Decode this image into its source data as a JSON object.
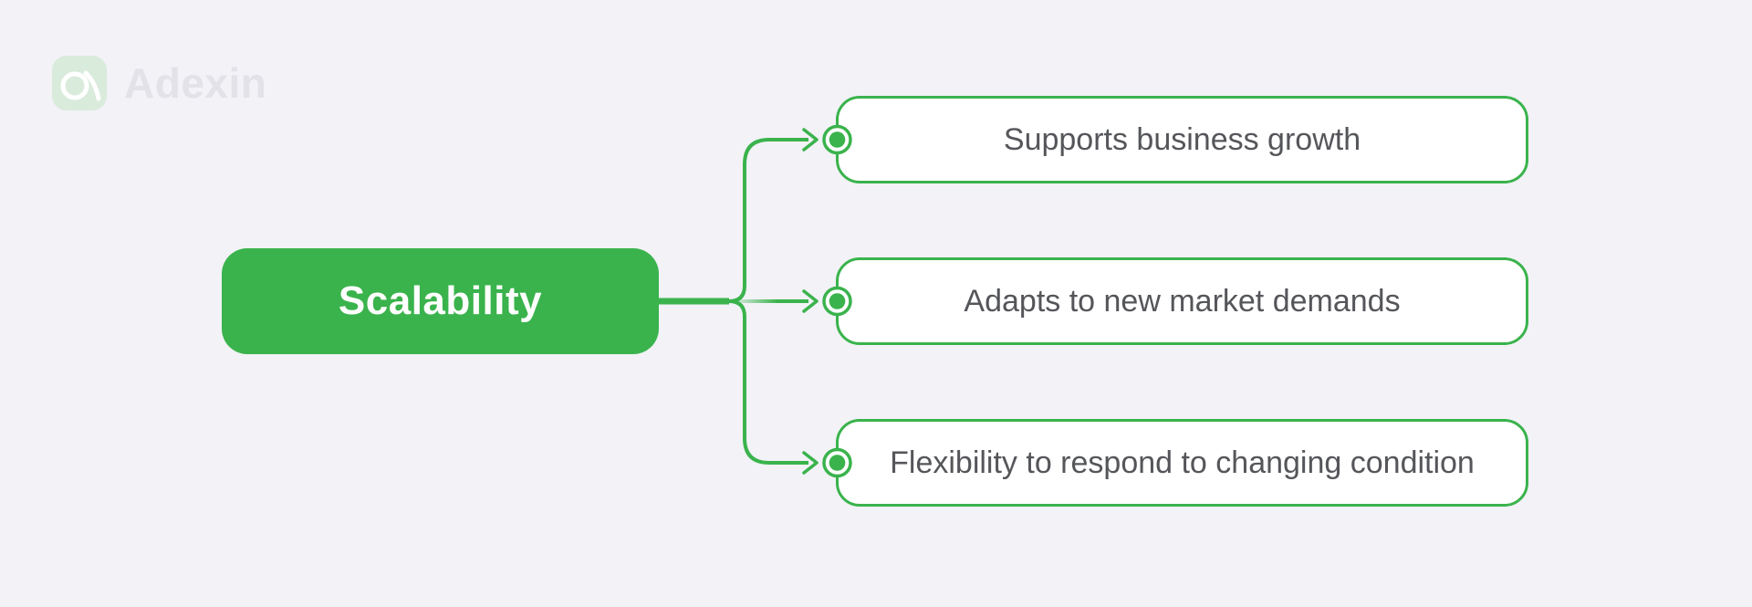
{
  "page": {
    "background_color": "#f2f2f7"
  },
  "brand": {
    "name": "Adexin",
    "icon": "adexin-a-icon",
    "badge_color": "#d9ebdb",
    "wordmark_color": "#e2e2e8"
  },
  "colors": {
    "accent_green": "#3ab34c",
    "root_node_bg": "#3ab34c",
    "root_node_text": "#ffffff",
    "branch_node_bg": "#ffffff",
    "branch_node_border": "#3ab34c",
    "branch_node_text": "#55565a"
  },
  "diagram": {
    "root": {
      "label": "Scalability"
    },
    "branches": [
      {
        "label": "Supports business growth"
      },
      {
        "label": "Adapts to new market demands"
      },
      {
        "label": "Flexibility to respond to changing condition"
      }
    ]
  }
}
